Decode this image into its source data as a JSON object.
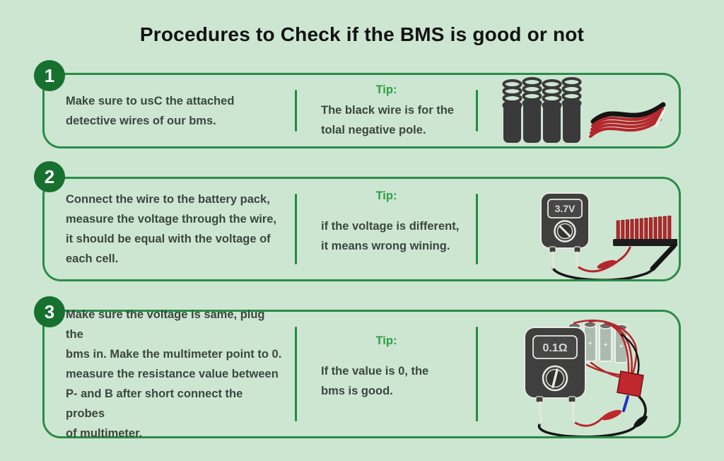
{
  "title": "Procedures to Check if the BMS is good or not",
  "steps": [
    {
      "number": "1",
      "text_lines": [
        "Make sure to usC the attached",
        "detective wires of our bms."
      ],
      "tip_label": "Tip:",
      "tip_lines": [
        "The black wire is for the",
        "tolal negative pole."
      ],
      "illustration": "battery-pack-with-wire-ribbon"
    },
    {
      "number": "2",
      "text_lines": [
        "Connect the wire to the battery pack,",
        "measure the voltage through the wire,",
        "it should be equal with the voltage of",
        "each cell."
      ],
      "tip_label": "Tip:",
      "tip_lines": [
        "if the voltage is different,",
        "it means wrong wining."
      ],
      "illustration": "multimeter-measuring-bms-voltage",
      "meter_reading": "3.7V"
    },
    {
      "number": "3",
      "text_lines": [
        "Make sure the voltage is same, plug the",
        "bms in. Make the multimeter point to 0.",
        "measure the resistance value between",
        "P- and B after short connect the probes",
        "of multimeter."
      ],
      "tip_label": "Tip:",
      "tip_lines": [
        "If the value is 0, the",
        "bms is good."
      ],
      "illustration": "multimeter-resistance-check",
      "meter_reading": "0.1Ω"
    }
  ],
  "colors": {
    "background": "#cde6d2",
    "box_border": "#2b8c47",
    "divider": "#1f8c41",
    "step_circle": "#16712f",
    "tip_green": "#2f9e44",
    "body_text": "#3b473e",
    "title_text": "#121212",
    "wire_red": "#b5262b",
    "wire_black": "#161616",
    "device_dark": "#3f3f3f"
  }
}
